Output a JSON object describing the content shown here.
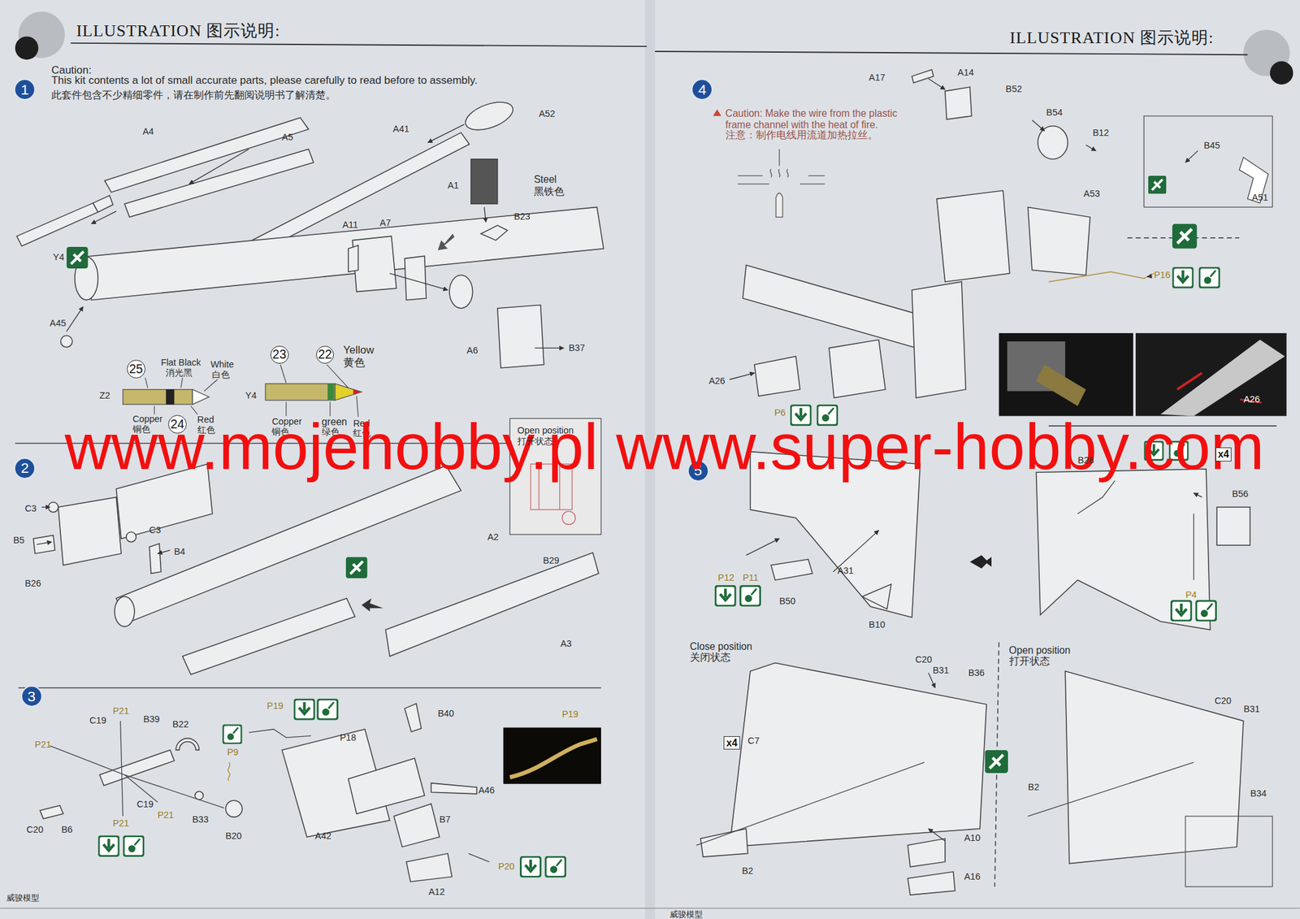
{
  "diagram": {
    "nodes": [
      {
        "text": [
          "1"
        ]
      },
      {
        "text": [
          "2"
        ]
      },
      {
        "text": [
          "3"
        ]
      },
      {
        "text": [
          "4"
        ]
      },
      {
        "text": [
          "5"
        ]
      },
      {
        "text": [
          "25"
        ]
      },
      {
        "text": [
          "24"
        ]
      },
      {
        "text": [
          "23"
        ]
      },
      {
        "text": [
          "22"
        ]
      }
    ],
    "labels": [
      "ILLUSTRATION 图示说明:",
      "ILLUSTRATION 图示说明:",
      "Caution:",
      "This kit contents a lot of small accurate parts, please carefully to read before to assembly.",
      "此套件包含不少精细零件，请在制作前先翻阅说明书了解清楚。",
      "A4",
      "A5",
      "A41",
      "A52",
      "A1",
      "Steel",
      "黑铁色",
      "B23",
      "Y4",
      "A11",
      "A7",
      "A45",
      "A6",
      "B37",
      "Flat Black",
      "消光黑",
      "White",
      "白色",
      "Z2",
      "Copper",
      "铜色",
      "Red",
      "红色",
      "Y4",
      "Yellow",
      "黄色",
      "Copper",
      "铜色",
      "green",
      "绿色",
      "Red",
      "红色",
      "www.mojehobby.pl www.super-hobby.com",
      "Open position",
      "打开状态",
      "C3",
      "B5",
      "B26",
      "C3",
      "B4",
      "A2",
      "B29",
      "A3",
      "P21",
      "C19",
      "B39",
      "B22",
      "P21",
      "P21",
      "C19",
      "P21",
      "C20",
      "B6",
      "B33",
      "B20",
      "P9",
      "P19",
      "P18",
      "B40",
      "A46",
      "A42",
      "B7",
      "P20",
      "A12",
      "P19",
      "Caution: Make the wire from the plastic frame channel with the heat of fire.",
      "注意：制作电线用流道加热拉丝。",
      "A17",
      "A14",
      "B52",
      "B54",
      "B12",
      "B45",
      "A51",
      "A53",
      "P16",
      "A26",
      "P6",
      "A26",
      "B28",
      "x4",
      "B56",
      "P12",
      "P11",
      "B50",
      "A31",
      "B10",
      "P4",
      "Close position",
      "关闭状态",
      "C20",
      "B31",
      "B36",
      "x4",
      "C7",
      "B2",
      "A10",
      "A16",
      "Open position",
      "打开状态",
      "C20",
      "B31",
      "B2",
      "B34",
      "威骏模型",
      "威骏模型"
    ]
  }
}
